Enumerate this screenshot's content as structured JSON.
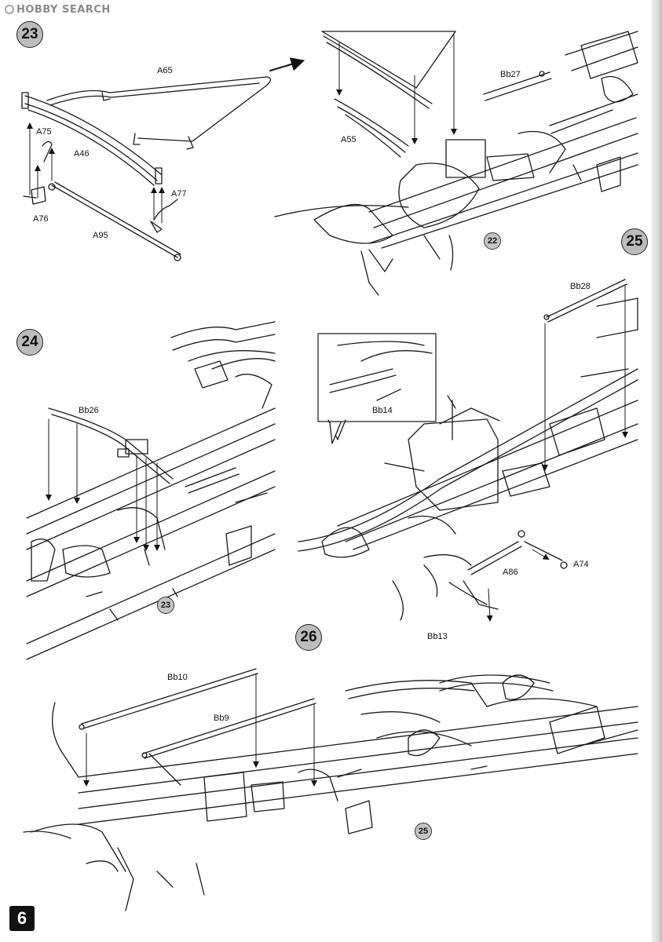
{
  "watermark": "HOBBY SEARCH",
  "page_number": "6",
  "steps": {
    "s23": "23",
    "s24": "24",
    "s25": "25",
    "s26": "26"
  },
  "refs": {
    "r22": "22",
    "r23": "23",
    "r25": "25"
  },
  "parts": {
    "A65": "A65",
    "A75": "A75",
    "A46": "A46",
    "A76": "A76",
    "A95": "A95",
    "A77": "A77",
    "Bb27": "Bb27",
    "A55": "A55",
    "Bb26": "Bb26",
    "Bb28": "Bb28",
    "Bb14": "Bb14",
    "A86": "A86",
    "A74": "A74",
    "Bb13": "Bb13",
    "Bb10": "Bb10",
    "Bb9": "Bb9"
  }
}
